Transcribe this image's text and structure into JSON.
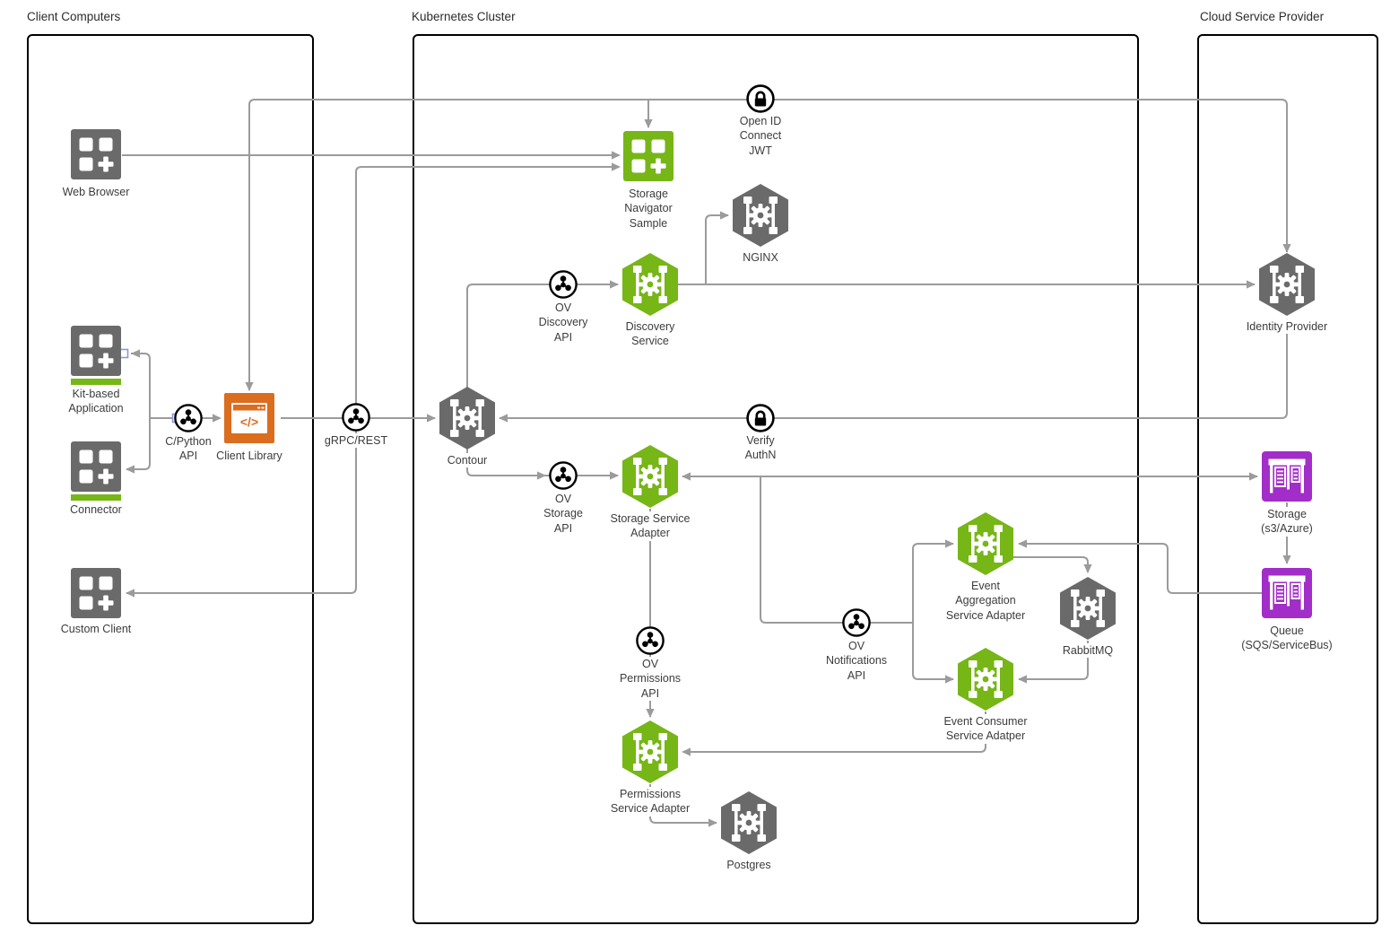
{
  "colors": {
    "green": "#76B616",
    "gray": "#6A6A6A",
    "orange": "#DB6D1F",
    "purple": "#A22DC8",
    "line": "#9B9B9B",
    "black": "#000000"
  },
  "regions": {
    "client": {
      "label": "Client Computers"
    },
    "kubernetes": {
      "label": "Kubernetes Cluster"
    },
    "cloud": {
      "label": "Cloud Service Provider"
    }
  },
  "nodes": {
    "web_browser": {
      "label": "Web Browser"
    },
    "kit_based_application": {
      "label": "Kit-based Application"
    },
    "connector": {
      "label": "Connector"
    },
    "custom_client": {
      "label": "Custom Client"
    },
    "c_python_api": {
      "label": "C/Python API"
    },
    "client_library": {
      "label": "Client Library"
    },
    "grpc_rest": {
      "label": "gRPC/REST"
    },
    "contour": {
      "label": "Contour"
    },
    "storage_navigator_sample": {
      "label": "Storage Navigator Sample"
    },
    "openid_connect_jwt": {
      "label": "Open ID Connect JWT"
    },
    "nginx": {
      "label": "NGINX"
    },
    "ov_discovery_api": {
      "label": "OV Discovery API"
    },
    "discovery_service": {
      "label": "Discovery Service"
    },
    "verify_authn": {
      "label": "Verify AuthN"
    },
    "ov_storage_api": {
      "label": "OV Storage API"
    },
    "storage_service_adapter": {
      "label": "Storage Service Adapter"
    },
    "ov_permissions_api": {
      "label": "OV Permissions API"
    },
    "permissions_service_adapter": {
      "label": "Permissions Service Adapter"
    },
    "postgres": {
      "label": "Postgres"
    },
    "ov_notifications_api": {
      "label": "OV Notifications API"
    },
    "event_aggregation_service_adapter": {
      "label": "Event Aggregation Service Adapter"
    },
    "rabbitmq": {
      "label": "RabbitMQ"
    },
    "event_consumer_service_adapter": {
      "label": "Event Consumer Service Adatper"
    },
    "identity_provider": {
      "label": "Identity Provider"
    },
    "storage_s3_azure": {
      "label": "Storage (s3/Azure)"
    },
    "queue_sqs_servicebus": {
      "label": "Queue (SQS/ServiceBus)"
    }
  },
  "connections": [
    "web_browser -> storage_navigator_sample",
    "client_library (up/over) -> storage_navigator_sample",
    "client_library (up/over) -> identity_provider [Open ID Connect JWT]",
    "grpc_rest line -> storage_navigator_sample",
    "grpc_rest line -> custom_client",
    "client_library <-> contour [gRPC/REST]",
    "c_python_api -> client_library",
    "c_python_api line -> kit_based_application",
    "c_python_api line -> connector",
    "contour -> discovery_service [OV Discovery API]",
    "discovery_service -> identity_provider",
    "discovery_service line -> nginx",
    "identity_provider <-> contour [Verify AuthN]",
    "contour -> storage_service_adapter [OV Storage API]",
    "storage_service_adapter <-> storage_s3_azure",
    "storage line -> event_aggregation_service_adapter [OV Notifications API]",
    "storage line -> event_consumer_service_adapter [OV Notifications API]",
    "queue_sqs_servicebus -> event_aggregation_service_adapter",
    "event_aggregation_service_adapter -> rabbitmq",
    "rabbitmq -> event_consumer_service_adapter",
    "storage_s3_azure -> queue_sqs_servicebus",
    "storage_service_adapter -> permissions_service_adapter [OV Permissions API]",
    "event_consumer_service_adapter -> permissions_service_adapter",
    "permissions_service_adapter -> postgres"
  ]
}
